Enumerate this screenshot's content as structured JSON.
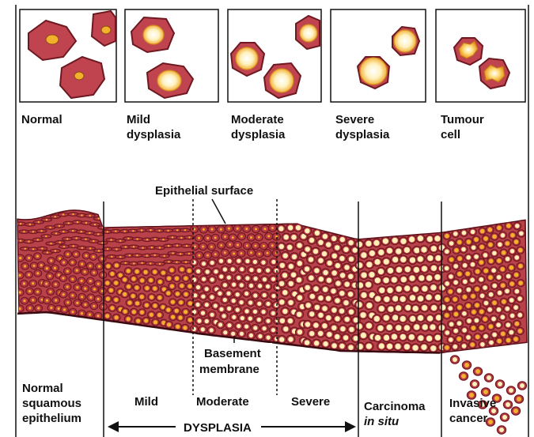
{
  "panels": [
    {
      "id": "normal",
      "lines": [
        "Normal"
      ]
    },
    {
      "id": "mild",
      "lines": [
        "Mild",
        "dysplasia"
      ]
    },
    {
      "id": "moderate",
      "lines": [
        "Moderate",
        "dysplasia"
      ]
    },
    {
      "id": "severe",
      "lines": [
        "Severe",
        "dysplasia"
      ]
    },
    {
      "id": "tumour",
      "lines": [
        "Tumour",
        "cell"
      ]
    }
  ],
  "annotations": {
    "epithelial_surface": "Epithelial surface",
    "basement_membrane": [
      "Basement",
      "membrane"
    ]
  },
  "zones": {
    "normal": [
      "Normal",
      "squamous",
      "epithelium"
    ],
    "mild": "Mild",
    "moderate": "Moderate",
    "severe": "Severe",
    "carcinoma": [
      "Carcinoma",
      "in situ"
    ],
    "invasive": [
      "Invasive",
      "cancer"
    ]
  },
  "dysplasia_label": "DYSPLASIA",
  "colors": {
    "cell_fill": "#b83a44",
    "cell_border": "#6e1820",
    "nucleus_small": "#f2b02c",
    "nucleus_large": "#fff0b8",
    "tissue_bg": "#c24a52"
  }
}
